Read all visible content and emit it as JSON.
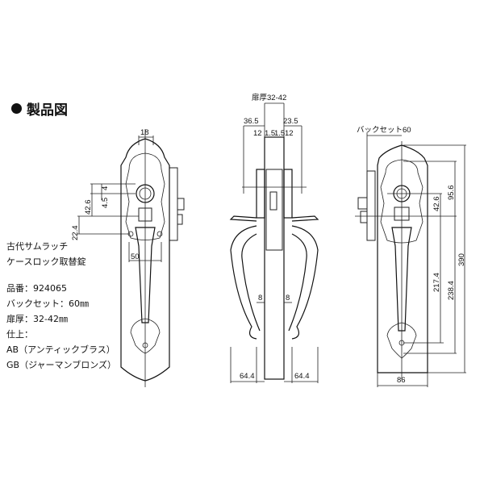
{
  "heading": "製品図",
  "specs": {
    "name1": "古代サムラッチ",
    "name2": "ケースロック取替錠",
    "part_no": "品番：924065",
    "backset": "バックセット：60㎜",
    "door_thickness": "扉厚：32-42㎜",
    "finish_label": "仕上：",
    "finish_ab": "AB（アンティックブラス）",
    "finish_gb": "GB（ジャーマンブロンズ）"
  },
  "front_view": {
    "dims": [
      "18",
      "4",
      "4.5",
      "42.6",
      "22.4",
      "50"
    ]
  },
  "side_view": {
    "door_label": "扉厚32-42",
    "dims": [
      "36.5",
      "23.5",
      "12",
      "1.5",
      "1.5",
      "12",
      "8",
      "8",
      "64.4",
      "64.4"
    ]
  },
  "back_view": {
    "backset_label": "バックセット60",
    "dims": [
      "95.6",
      "42.6",
      "390",
      "217.4",
      "238.4",
      "86"
    ]
  }
}
